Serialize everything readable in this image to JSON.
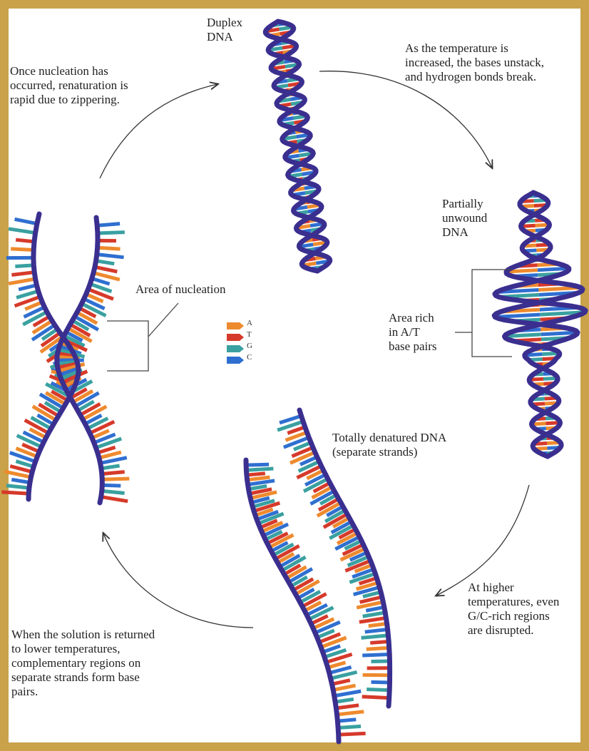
{
  "labels": {
    "duplex": "Duplex\nDNA",
    "unstack": "As the temperature is\nincreased, the bases unstack,\nand hydrogen bonds break.",
    "partially": "Partially\nunwound\nDNA",
    "area_rich": "Area rich\nin A/T\nbase pairs",
    "denatured": "Totally denatured DNA\n(separate strands)",
    "higher": "At higher\ntemperatures, even\nG/C-rich regions\nare disrupted.",
    "returned": "When the solution is returned\nto lower temperatures,\ncomplementary regions on\nseparate strands form base\npairs.",
    "nucleation_rapid": "Once nucleation has\noccurred, renaturation is\nrapid due to zippering.",
    "area_nucleation": "Area of nucleation"
  },
  "legend": [
    {
      "letter": "A",
      "color": "#ee8a2e"
    },
    {
      "letter": "T",
      "color": "#d63a2a"
    },
    {
      "letter": "G",
      "color": "#3aa0a0"
    },
    {
      "letter": "C",
      "color": "#2f6fd0"
    }
  ],
  "colors": {
    "backbone": "#3a2f8f",
    "frame": "#c9a24a",
    "arrow": "#333333"
  }
}
